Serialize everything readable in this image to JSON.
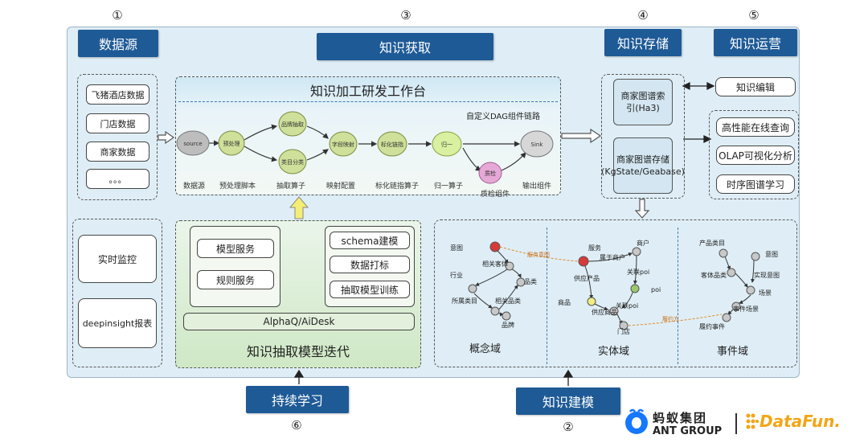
{
  "sections": {
    "datasource": {
      "num": "①",
      "title": "数据源"
    },
    "acquisition": {
      "num": "③",
      "title": "知识获取"
    },
    "storage": {
      "num": "④",
      "title": "知识存储"
    },
    "operation": {
      "num": "⑤",
      "title": "知识运营"
    },
    "learning": {
      "num": "⑥",
      "title": "持续学习"
    },
    "modeling": {
      "num": "②",
      "title": "知识建模"
    }
  },
  "datasource_items": [
    "飞猪酒店数据",
    "门店数据",
    "商家数据",
    "。。。"
  ],
  "workbench": {
    "title": "知识加工研发工作台",
    "subtitle": "自定义DAG组件链路",
    "nodes": {
      "source": "source",
      "preprocess": "预处理",
      "entity_extract": "品牌抽取",
      "category": "类目分类",
      "field_map": "字段映射",
      "normalize": "标化链指",
      "unify": "归一",
      "qc": "质检",
      "sink": "Sink"
    },
    "captions": [
      "数据源",
      "预处理脚本",
      "抽取算子",
      "映射配置",
      "标化链指算子",
      "归一算子",
      "质检组件",
      "输出组件"
    ]
  },
  "monitor": [
    "实时监控",
    "deepinsight报表"
  ],
  "extraction": {
    "title": "知识抽取模型迭代",
    "services": [
      "模型服务",
      "规则服务"
    ],
    "tasks": [
      "schema建模",
      "数据打标",
      "抽取模型训练"
    ],
    "platform": "AlphaQ/AiDesk"
  },
  "storage_items": [
    "商家图谱索引(Ha3)",
    "商家图谱存储(KgState/Geabase)"
  ],
  "operation_items": [
    "知识编辑",
    "高性能在线查询",
    "OLAP可视化分析",
    "时序图谱学习"
  ],
  "modeling": {
    "domains": [
      "概念域",
      "实体域",
      "事件域"
    ],
    "concept_labels": [
      "意图",
      "相关客体",
      "行业",
      "品类",
      "所属类目",
      "相关品类",
      "品牌"
    ],
    "entity_labels": [
      "服务",
      "商户",
      "属于商户",
      "供应产品",
      "关联poi",
      "poi",
      "商品",
      "关联poi",
      "供应商品",
      "门店"
    ],
    "event_labels": [
      "产品类目",
      "意图",
      "客体品类",
      "实现意图",
      "场景",
      "事件场景",
      "履约事件"
    ],
    "cross_labels": [
      "服务意图",
      "履约方"
    ]
  },
  "brand": {
    "ant_cn": "蚂蚁集团",
    "ant_en": "ANT GROUP",
    "datafun": "DataFun."
  }
}
